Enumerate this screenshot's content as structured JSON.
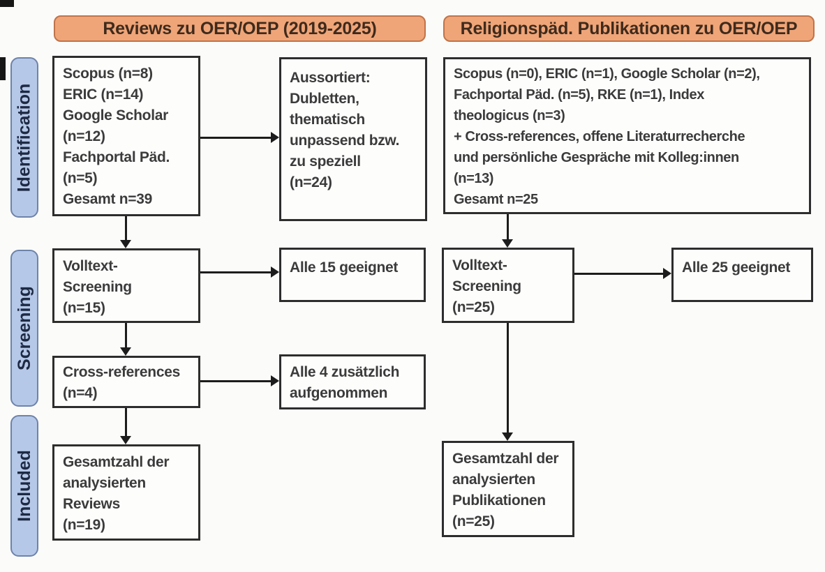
{
  "headers": {
    "left": "Reviews zu OER/OEP (2019-2025)",
    "right": "Religionspäd. Publikationen zu OER/OEP"
  },
  "sidebar": {
    "identification": "Identification",
    "screening": "Screening",
    "included": "Included"
  },
  "flow": {
    "left": {
      "sources": "Scopus (n=8)\nERIC (n=14)\nGoogle Scholar\n(n=12)\nFachportal Päd.\n(n=5)\nGesamt n=39",
      "excluded": "Aussortiert:\nDubletten,\nthematisch\nunpassend bzw.\nzu speziell\n(n=24)",
      "fulltext_screening": "Volltext-\nScreening\n(n=15)",
      "eligible": "Alle 15 geeignet",
      "cross_references": "Cross-references\n(n=4)",
      "added": "Alle 4 zusätzlich\naufgenommen",
      "included_total": "Gesamtzahl der\nanalysierten\nReviews\n(n=19)"
    },
    "right": {
      "sources": "Scopus (n=0), ERIC (n=1), Google Scholar (n=2),\nFachportal Päd. (n=5), RKE (n=1), Index\ntheologicus (n=3)\n+ Cross-references, offene Literaturrecherche\nund persönliche Gespräche mit Kolleg:innen\n(n=13)\nGesamt n=25",
      "fulltext_screening": "Volltext-\nScreening\n(n=25)",
      "eligible": "Alle 25 geeignet",
      "included_total": "Gesamtzahl der\nanalysierten\nPublikationen\n(n=25)"
    }
  },
  "colors": {
    "header_fill": "#EFA578",
    "header_border": "#C0734A",
    "sidebar_fill": "#B6C8E8",
    "sidebar_border": "#6D83AA",
    "box_border": "#2D2D2D",
    "box_text": "#3B3B3B",
    "arrow": "#1C1C1C",
    "background": "#FBFBF9"
  }
}
